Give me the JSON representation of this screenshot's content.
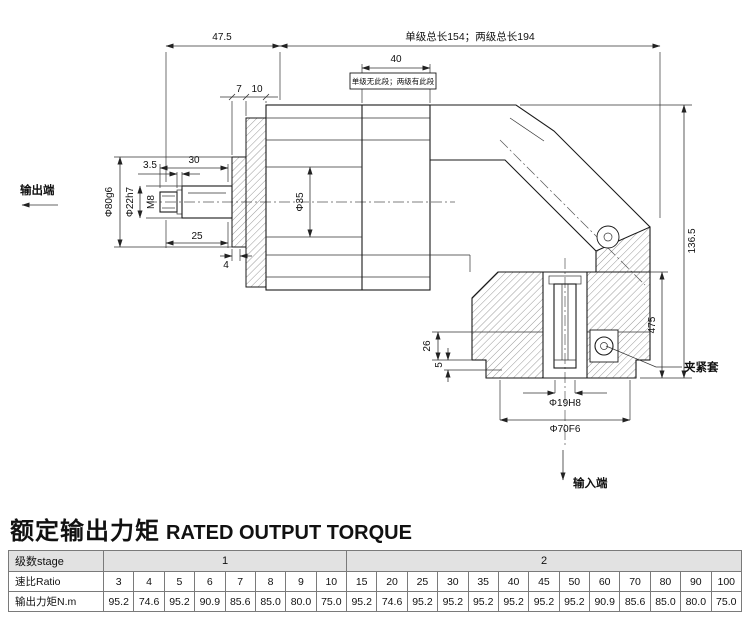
{
  "title": {
    "zh": "额定输出力矩",
    "en": "RATED OUTPUT TORQUE"
  },
  "labels": {
    "output_end": "输出端",
    "input_end": "输入端",
    "clamp": "夹紧套"
  },
  "dims": {
    "front_length": "47.5",
    "total_length": "单级总长154；两级总长194",
    "seg_40": "40",
    "seg_note": "单级无此段；两级有此段",
    "flange_7": "7",
    "flange_10": "10",
    "groove_3_5": "3.5",
    "shaft_30": "30",
    "key_25": "25",
    "off_4": "4",
    "pilot": "Φ80g6",
    "shaft_dia": "Φ22h7",
    "thread": "M8",
    "bore_35": "Φ35",
    "height_136_5": "136.5",
    "input_475": "475",
    "d26": "26",
    "d5": "5",
    "bore_19": "Φ19H8",
    "spigot_70": "Φ70F6"
  },
  "table": {
    "row_headers": [
      "级数stage",
      "速比Ratio",
      "输出力矩N.m"
    ],
    "stage_groups": [
      {
        "label": "1",
        "span": 8
      },
      {
        "label": "2",
        "span": 13
      }
    ],
    "ratios": [
      "3",
      "4",
      "5",
      "6",
      "7",
      "8",
      "9",
      "10",
      "15",
      "20",
      "25",
      "30",
      "35",
      "40",
      "45",
      "50",
      "60",
      "70",
      "80",
      "90",
      "100"
    ],
    "torques": [
      "95.2",
      "74.6",
      "95.2",
      "90.9",
      "85.6",
      "85.0",
      "80.0",
      "75.0",
      "95.2",
      "74.6",
      "95.2",
      "95.2",
      "95.2",
      "95.2",
      "95.2",
      "95.2",
      "90.9",
      "85.6",
      "85.0",
      "80.0",
      "75.0"
    ]
  }
}
